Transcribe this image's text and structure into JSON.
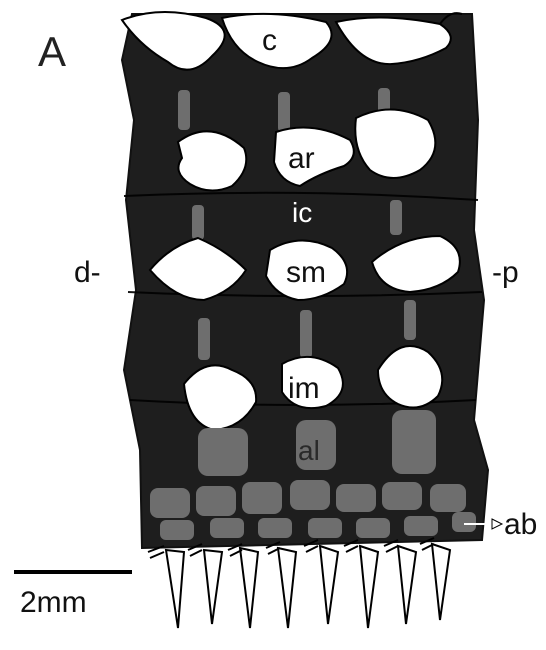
{
  "figure": {
    "panel_label": "A",
    "orientation": {
      "distal": "d-",
      "proximal": "-p"
    },
    "scale_bar": {
      "label": "2mm"
    }
  },
  "labels": {
    "c": "c",
    "ar": "ar",
    "ic": "ic",
    "sm": "sm",
    "im": "im",
    "al": "al",
    "ab": "ab"
  },
  "colors": {
    "background": "#ffffff",
    "body": "#1e1e1e",
    "gray_element": "#6e6e6e",
    "white_element": "#ffffff",
    "outline": "#111111"
  }
}
